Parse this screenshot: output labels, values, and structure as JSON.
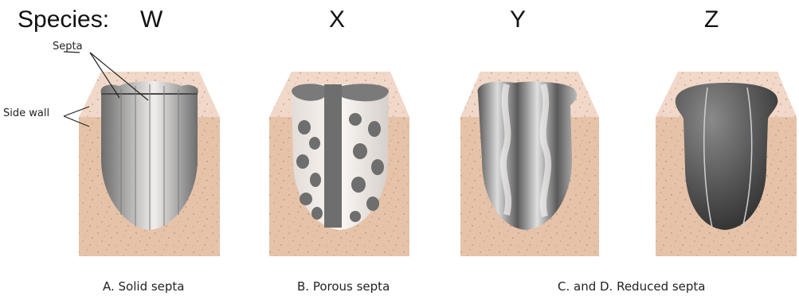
{
  "header": {
    "prefix": "Species:",
    "species": [
      "W",
      "X",
      "Y",
      "Z"
    ]
  },
  "annotations": {
    "septa": "Septa",
    "side_wall": "Side wall"
  },
  "captions": {
    "a": "A. Solid septa",
    "b": "B. Porous septa",
    "cd": "C. and D. Reduced septa"
  },
  "colors": {
    "rock": "#e6c3a8",
    "rock_top": "#f1d8c8",
    "rock_dot": "#9a7f6c",
    "cavity_dark": "#5e5e5e",
    "cavity_light": "#eeeeee"
  }
}
